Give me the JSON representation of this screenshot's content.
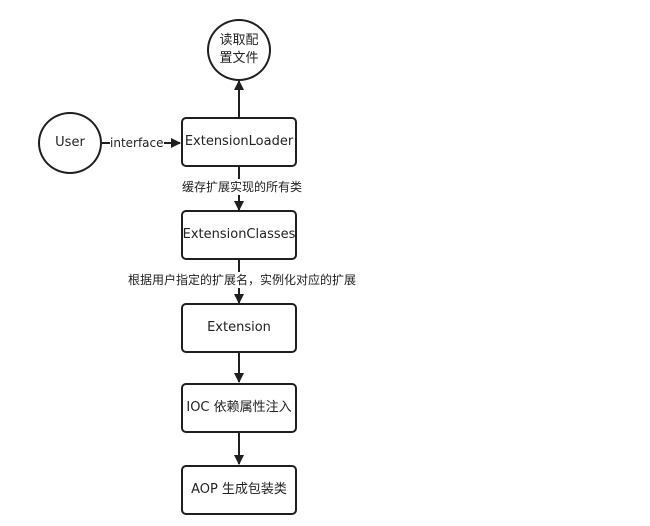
{
  "nodes": {
    "config": "读取配置文件",
    "user": "User",
    "loader": "ExtensionLoader",
    "classes": "ExtensionClasses",
    "extension": "Extension",
    "ioc": "IOC 依赖属性注入",
    "aop": "AOP 生成包装类"
  },
  "edges": {
    "interface": "interface",
    "cache": "缓存扩展实现的所有类",
    "instantiate": "根据用户指定的扩展名，实例化对应的扩展"
  },
  "colors": {
    "stroke": "#1f1f1f",
    "background": "#ffffff"
  }
}
